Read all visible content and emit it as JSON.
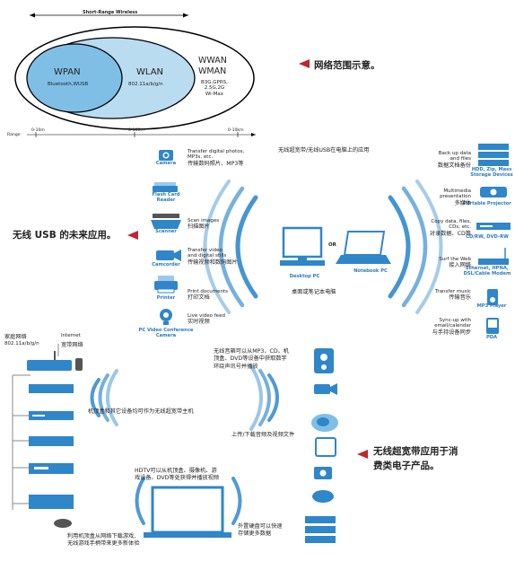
{
  "range_top": {
    "title": "Short-Range Wireless",
    "wpan": {
      "name": "WPAN",
      "tech": "Bluetooth,WUSB"
    },
    "wlan": {
      "name": "WLAN",
      "tech": "802.11a/b/g/n"
    },
    "wwan": {
      "line1": "WWAN",
      "line2": "WMAN",
      "tech": [
        "B3G,GPRS,",
        "2.5G,2G",
        "Wi-Max"
      ]
    },
    "note_cn": "网络范围示意。"
  },
  "range_axis": {
    "label": "Range",
    "ticks": [
      "0-10m",
      "0-100m",
      "0-10km"
    ]
  },
  "usb": {
    "title_cn": "无线超宽带/无线USB在电脑上的应用",
    "future_cn": "无线 USB 的未来应用。",
    "left_devices": [
      {
        "cap": "Camera",
        "desc": [
          "Transfer digital photos,",
          "MP3s, etc."
        ],
        "desc_cn": "传输数码照片、MP3等"
      },
      {
        "cap": "Flash Card Reader",
        "desc": [],
        "desc_cn": ""
      },
      {
        "cap": "Scanner",
        "desc": [
          "Scan images"
        ],
        "desc_cn": "扫描图片"
      },
      {
        "cap": "Camcorder",
        "desc": [
          "Transfer video",
          "and digital stills"
        ],
        "desc_cn": "传输视频和数码图片"
      },
      {
        "cap": "Printer",
        "desc": [
          "Print documents"
        ],
        "desc_cn": "打印文档"
      },
      {
        "cap": "PC Video Conference Camera",
        "desc": [
          "Live video feed"
        ],
        "desc_cn": "实时视频"
      }
    ],
    "desktop": "Desktop PC",
    "or": "OR",
    "notebook": "Notebook PC",
    "pc_cn": "桌面或笔记本电脑",
    "right_devices": [
      {
        "cap": "HDD, Zip, Mass Storage Devices",
        "desc": [
          "Back up data",
          "and files"
        ],
        "desc_cn": "数据文档备份"
      },
      {
        "cap": "Portable Projector",
        "desc": [
          "Multimedia",
          "presentation"
        ],
        "desc_cn": "多媒体"
      },
      {
        "cap": "CD/RW, DVD-RW",
        "desc": [
          "Copy data, files,",
          "CDs, etc."
        ],
        "desc_cn": "对录数据、CD等"
      },
      {
        "cap": "Ethernet, HPNA, DSL/Cable Modem",
        "desc": [
          "Surf the Web"
        ],
        "desc_cn": "接入网络"
      },
      {
        "cap": "MP3 Player",
        "desc": [
          "Transfer music"
        ],
        "desc_cn": "传输音乐"
      },
      {
        "cap": "PDA",
        "desc": [
          "Sync-up with",
          "email/calendar"
        ],
        "desc_cn": "与手持设备同步"
      }
    ]
  },
  "home": {
    "gateway_cn": "家庭网络",
    "gateway_std": "802.11a/b/g/n",
    "internet": "Internet",
    "internet_cn": "宽带网络",
    "stb_cn": "机顶盒和其它设备均可作为无线超宽带主机",
    "audio_cn": [
      "无线音箱可以从MP3、CD、机",
      "顶盒、DVD等设备中获取数字",
      "环绕声讯号并播放"
    ],
    "upload_cn": "上传/下载音频及视频文件",
    "hdtv_cn": [
      "HDTV可以从机顶盒、摄像机、游",
      "戏设备、DVD等处获得并播放视频"
    ],
    "game_cn": [
      "利用机顶盒从网络下载游戏,",
      "无线游戏手柄带来更多新体验"
    ],
    "hdd_cn": [
      "外置硬盘可以快速",
      "存储更多数据"
    ],
    "consumer_cn": [
      "无线超宽带应用于消",
      "费类电子产品。"
    ]
  },
  "colors": {
    "accent": "#2f86c9",
    "arrow": "#c0262d",
    "wpan_fill": "#7fbfe6",
    "wlan_fill": "#b9dcf1"
  }
}
